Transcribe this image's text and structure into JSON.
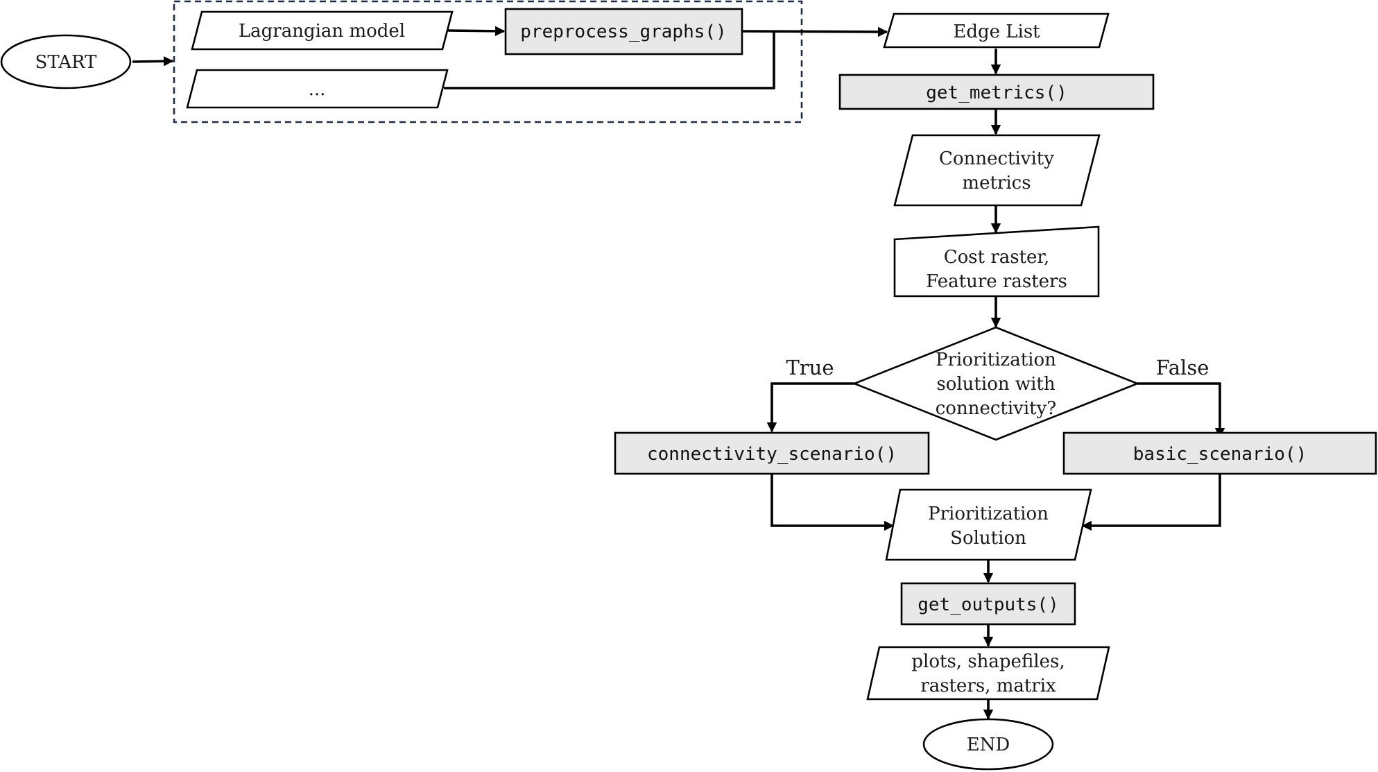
{
  "nodes": {
    "start": "START",
    "lagrangian_model": "Lagrangian model",
    "other_model": "...",
    "preprocess_graphs": "preprocess_graphs()",
    "edge_list": "Edge List",
    "get_metrics": "get_metrics()",
    "connectivity_metrics": [
      "Connectivity",
      "metrics"
    ],
    "rasters_input": [
      "Cost raster,",
      "Feature rasters"
    ],
    "decision": [
      "Prioritization",
      "solution with",
      "connectivity?"
    ],
    "branch_true": "True",
    "branch_false": "False",
    "connectivity_scenario": "connectivity_scenario()",
    "basic_scenario": "basic_scenario()",
    "prioritization_solution": [
      "Prioritization",
      "Solution"
    ],
    "get_outputs": "get_outputs()",
    "outputs": [
      "plots, shapefiles,",
      "rasters, matrix"
    ],
    "end": "END"
  }
}
